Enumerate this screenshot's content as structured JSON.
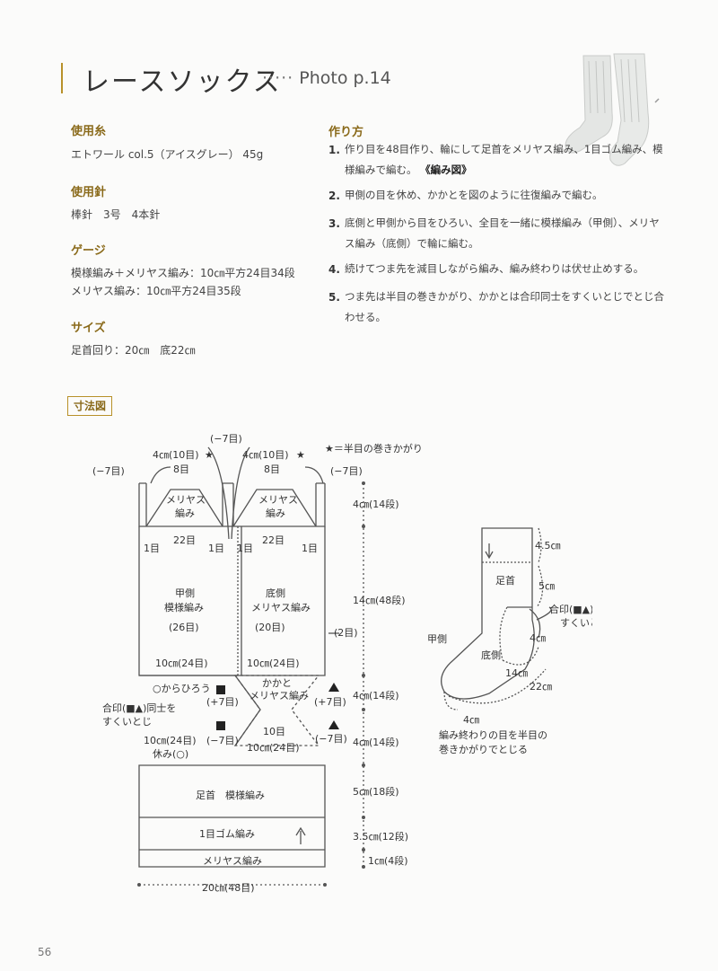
{
  "header": {
    "title": "レースソックス",
    "photo_ref": "Photo p.14"
  },
  "yarn": {
    "heading": "使用糸",
    "value": "エトワール col.5（アイスグレー） 45g"
  },
  "needles": {
    "heading": "使用針",
    "value": "棒針　3号　4本針"
  },
  "gauge": {
    "heading": "ゲージ",
    "line1": "模様編み＋メリヤス編み：10㎝平方24目34段",
    "line2": "メリヤス編み：10㎝平方24目35段"
  },
  "size": {
    "heading": "サイズ",
    "value": "足首回り：20㎝　底22㎝"
  },
  "instructions": {
    "heading": "作り方",
    "steps": [
      {
        "num": "1.",
        "text": "作り目を48目作り、輪にして足首をメリヤス編み、1目ゴム編み、模様編みで編む。",
        "ref": "《編み図》"
      },
      {
        "num": "2.",
        "text": "甲側の目を休め、かかとを図のように往復編みで編む。"
      },
      {
        "num": "3.",
        "text": "底側と甲側から目をひろい、全目を一緒に模様編み（甲側）、メリヤス編み（底側）で輪に編む。"
      },
      {
        "num": "4.",
        "text": "続けてつま先を減目しながら編み、編み終わりは伏せ止めする。"
      },
      {
        "num": "5.",
        "text": "つま先は半目の巻きかがり、かかとは合印同士をすくいとじでとじ合わせる。"
      }
    ]
  },
  "diagram": {
    "badge": "寸法図",
    "star_note": "★＝半目の巻きかがり",
    "minus7": "(−7目)",
    "toe_w": "4㎝(10目)",
    "star": "★",
    "eight": "8目",
    "meriyasu": "メリヤス",
    "ami": "編み",
    "twentytwo": "22目",
    "one": "1目",
    "instep": "甲側",
    "instep_pat": "模様編み",
    "sole": "底側",
    "sole_pat": "メリヤス編み",
    "st26": "(26目)",
    "st20": "(20目)",
    "st2": "(2目)",
    "w10_24": "10㎝(24目)",
    "pickup": "○からひろう",
    "heel": "かかと",
    "heel_pat": "メリヤス編み",
    "plus7": "(+7目)",
    "join1": "合印(■▲)同士を",
    "join2": "すくいとじ",
    "ten": "10目",
    "rest": "休み(○)",
    "ankle": "足首　模様編み",
    "rib": "1目ゴム編み",
    "stock": "メリヤス編み",
    "width": "20㎝(48目)",
    "h1": "4㎝(14段)",
    "h2": "14㎝(48段)",
    "h3": "4㎝(14段)",
    "h4": "4㎝(14段)",
    "h5": "5㎝(18段)",
    "h6": "3.5㎝(12段)",
    "h7": "1㎝(4段)"
  },
  "sock_figure": {
    "d45": "4.5㎝",
    "ankle": "足首",
    "d5": "5㎝",
    "join1": "合印(■▲)同士を",
    "join2": "すくいとじ",
    "instep": "甲側",
    "sole": "底側",
    "d4": "4㎝",
    "d14": "14㎝",
    "d22": "22㎝",
    "d4b": "4㎝",
    "end1": "編み終わりの目を半目の",
    "end2": "巻きかがりでとじる"
  },
  "footer": {
    "page": "56"
  }
}
